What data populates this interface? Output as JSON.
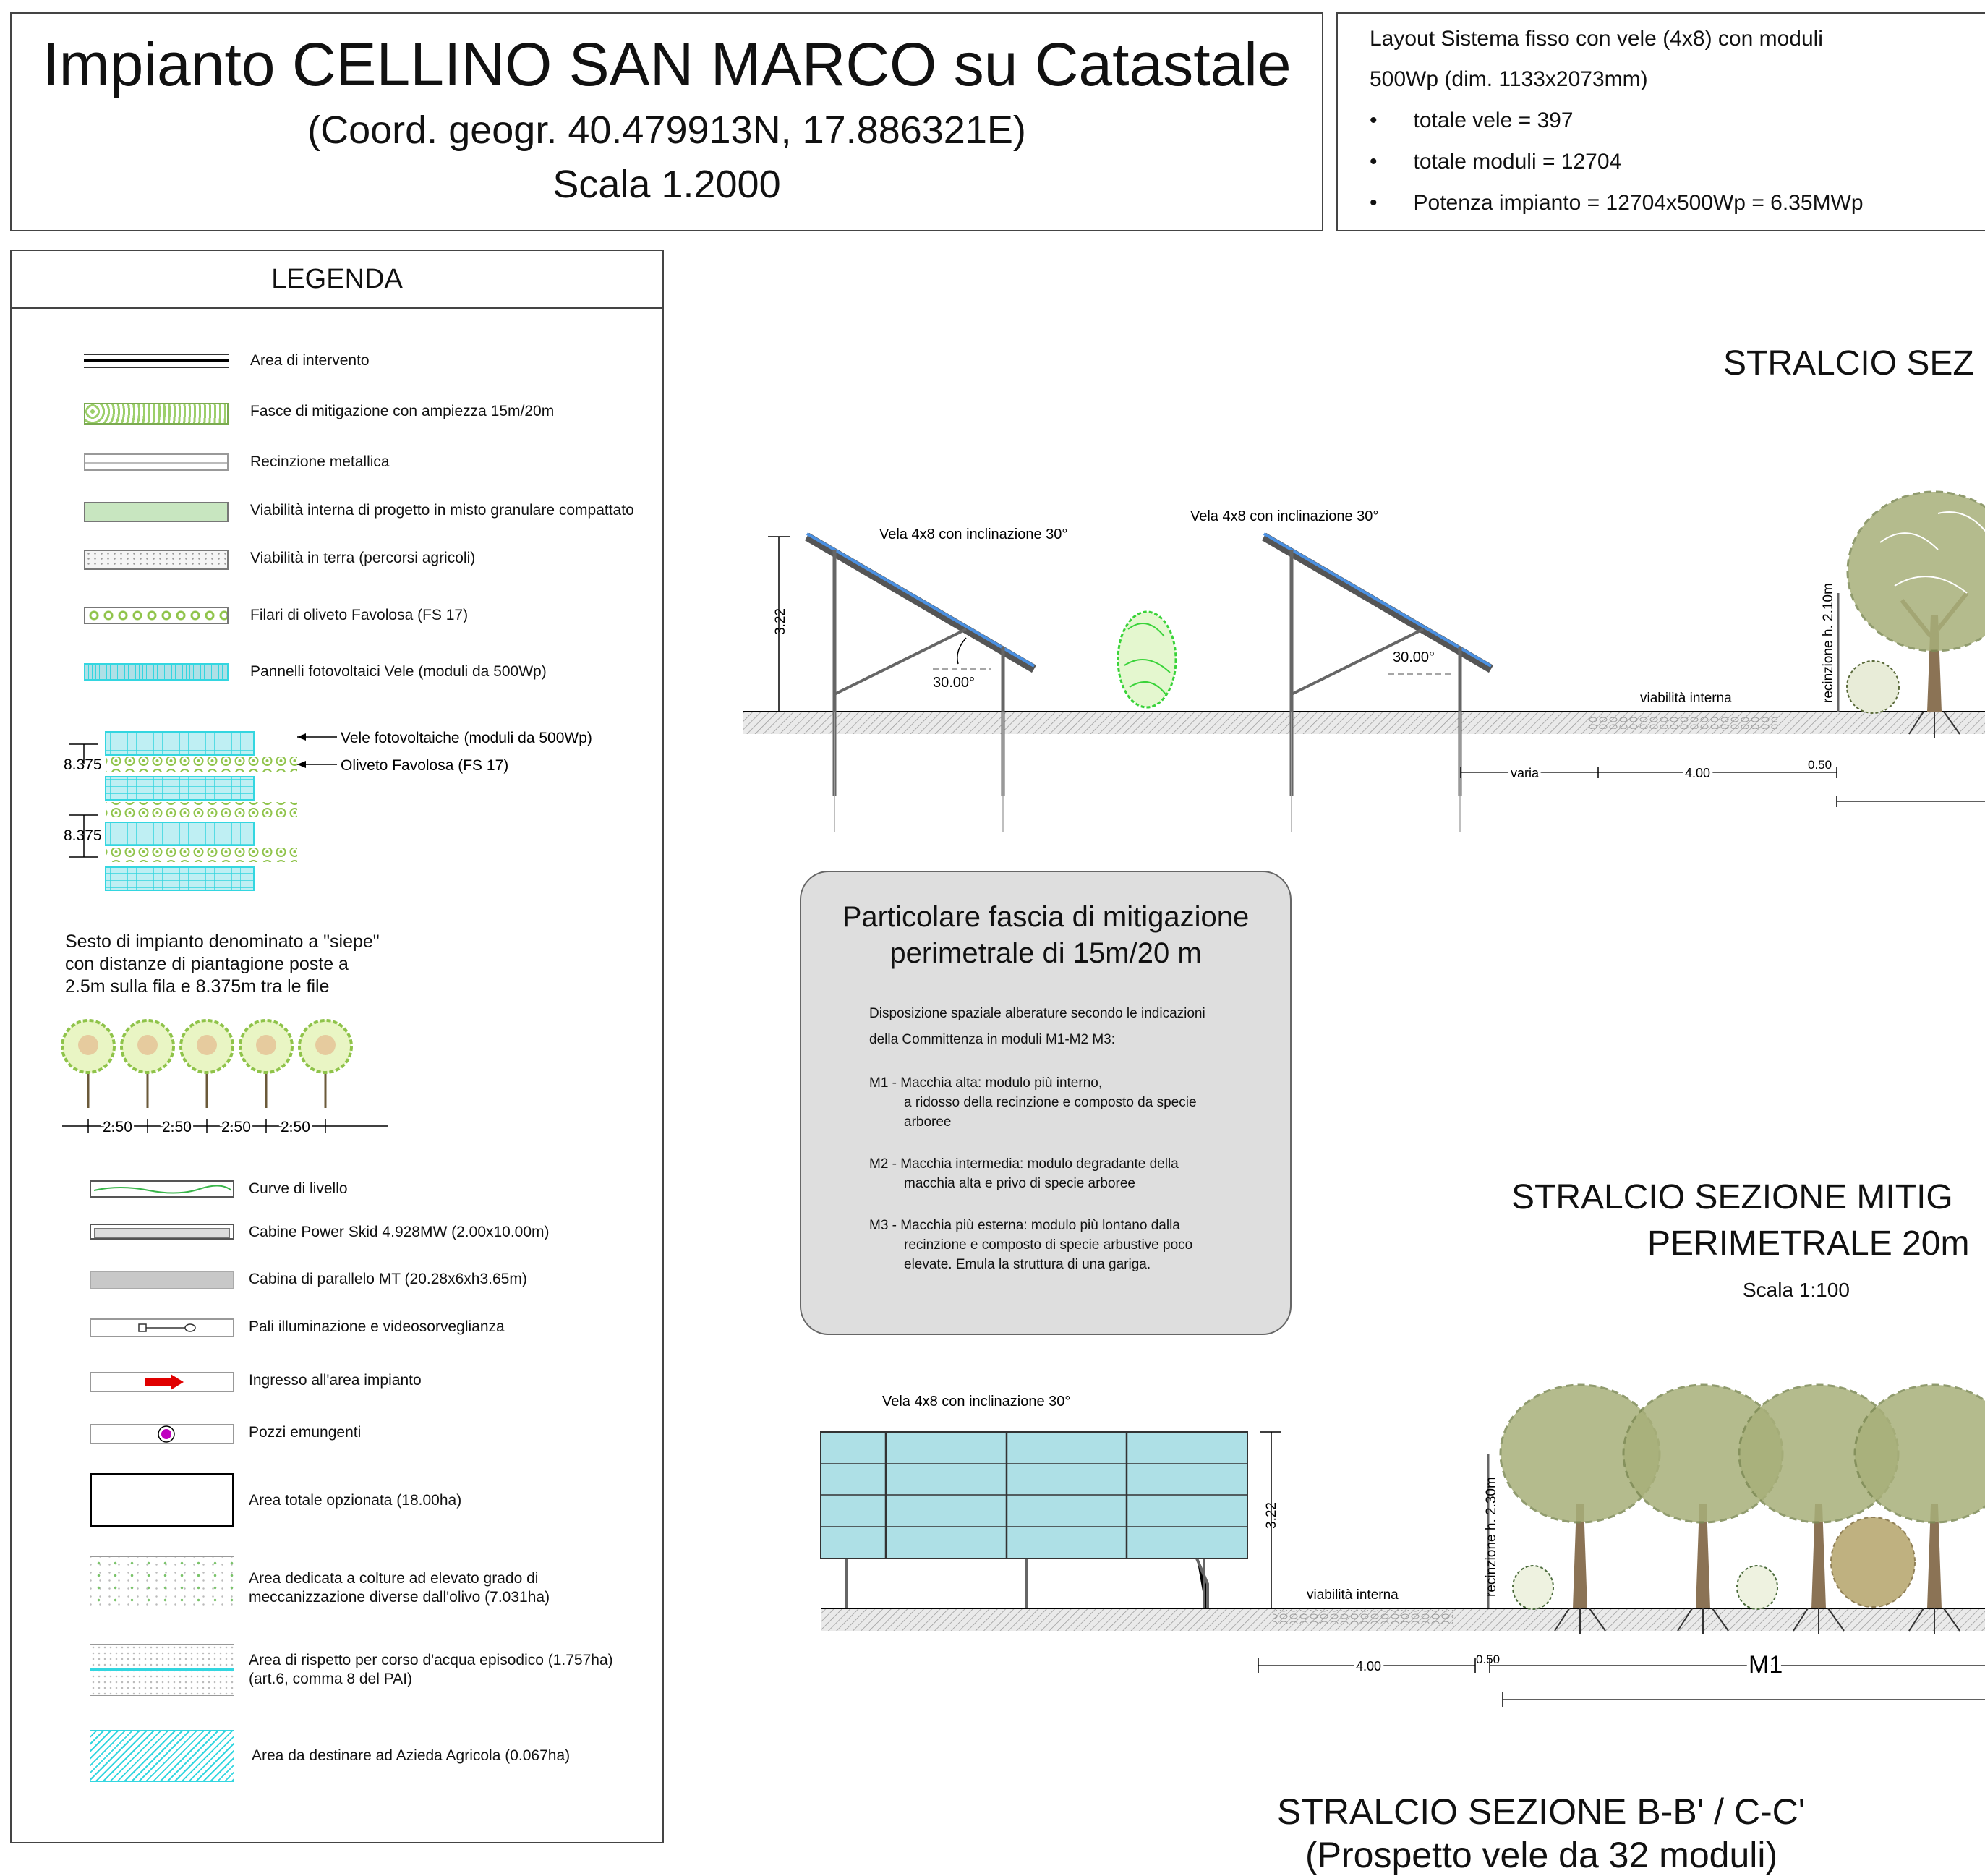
{
  "header": {
    "title": "Impianto CELLINO SAN MARCO su Catastale",
    "coords": "(Coord. geogr. 40.479913N, 17.886321E)",
    "scale": "Scala 1.2000"
  },
  "layout_info": {
    "line1": "Layout Sistema fisso con vele (4x8) con moduli",
    "line2": "500Wp (dim. 1133x2073mm)",
    "bullets": [
      "totale vele = 397",
      "totale moduli = 12704",
      "Potenza impianto = 12704x500Wp = 6.35MWp"
    ]
  },
  "legend": {
    "title": "LEGENDA",
    "items": [
      "Area di intervento",
      "Fasce di mitigazione con ampiezza 15m/20m",
      "Recinzione metallica",
      "Viabilità interna di progetto in misto granulare compattato",
      "Viabilità in terra (percorsi agricoli)",
      "Filari di oliveto Favolosa (FS 17)",
      "Pannelli fotovoltaici Vele (moduli da 500Wp)"
    ],
    "rows_diagram": {
      "label_panels": "Vele fotovoltaiche (moduli da 500Wp)",
      "label_olives": "Oliveto Favolosa (FS 17)",
      "dim": "8.375"
    },
    "hedge_text": [
      "Sesto di impianto denominato a \"siepe\"",
      "con distanze di piantagione poste a",
      "2.5m sulla fila e 8.375m tra le file"
    ],
    "spacing": "2.50",
    "items2": [
      "Curve di livello",
      "Cabine Power Skid 4.928MW (2.00x10.00m)",
      "Cabina di parallelo MT (20.28x6xh3.65m)",
      "Pali illuminazione e videosorveglianza",
      "Ingresso all'area impianto",
      "Pozzi emungenti",
      "Area totale opzionata (18.00ha)"
    ],
    "area_colture": [
      "Area dedicata a colture ad elevato grado di",
      "meccanizzazione diverse dall'olivo (7.031ha)"
    ],
    "area_rispetto": [
      "Area di rispetto per corso d'acqua episodico (1.757ha)",
      "(art.6, comma 8 del PAI)"
    ],
    "area_azienda": "Area da destinare ad Azieda Agricola (0.067ha)"
  },
  "section1": {
    "title": "STRALCIO SEZ",
    "vela_label": "Vela 4x8 con inclinazione 30°",
    "angle": "30.00°",
    "height": "3.22",
    "road": "viabilità interna",
    "fence": "recinzione h. 2.10m",
    "dim_varia": "varia",
    "dim_4": "4.00",
    "dim_050": "0.50"
  },
  "note": {
    "title1": "Particolare fascia di mitigazione",
    "title2": "perimetrale di 15m/20 m",
    "p1a": "Disposizione spaziale alberature secondo le indicazioni",
    "p1b": "della Committenza in moduli M1-M2 M3:",
    "m1a": "M1 - Macchia alta: modulo più interno,",
    "m1b": "a ridosso della recinzione e composto da specie",
    "m1c": "arboree",
    "m2a": "M2 - Macchia intermedia: modulo degradante della",
    "m2b": "macchia alta e privo di specie arboree",
    "m3a": "M3 - Macchia più esterna: modulo più lontano dalla",
    "m3b": "recinzione e composto di specie arbustive poco",
    "m3c": "elevate. Emula la struttura di una gariga."
  },
  "section2": {
    "title1": "STRALCIO SEZIONE MITIG",
    "title2": "PERIMETRALE 20m",
    "scale": "Scala 1:100",
    "vela_label": "Vela 4x8 con inclinazione 30°",
    "height": "3.22",
    "road": "viabilità interna",
    "fence": "recinzione h. 2.30m",
    "dim_4": "4.00",
    "dim_050": "0.50",
    "m1": "M1"
  },
  "section3": {
    "title1": "STRALCIO SEZIONE B-B' / C-C'",
    "title2": "(Prospetto vele da 32 moduli)"
  },
  "colors": {
    "panel": "#aee0e6",
    "cyan": "#33d6e0",
    "green": "#8fc34a",
    "tree": "#8a9a5b",
    "road": "#c8e6c0",
    "note_bg": "#dedede"
  }
}
